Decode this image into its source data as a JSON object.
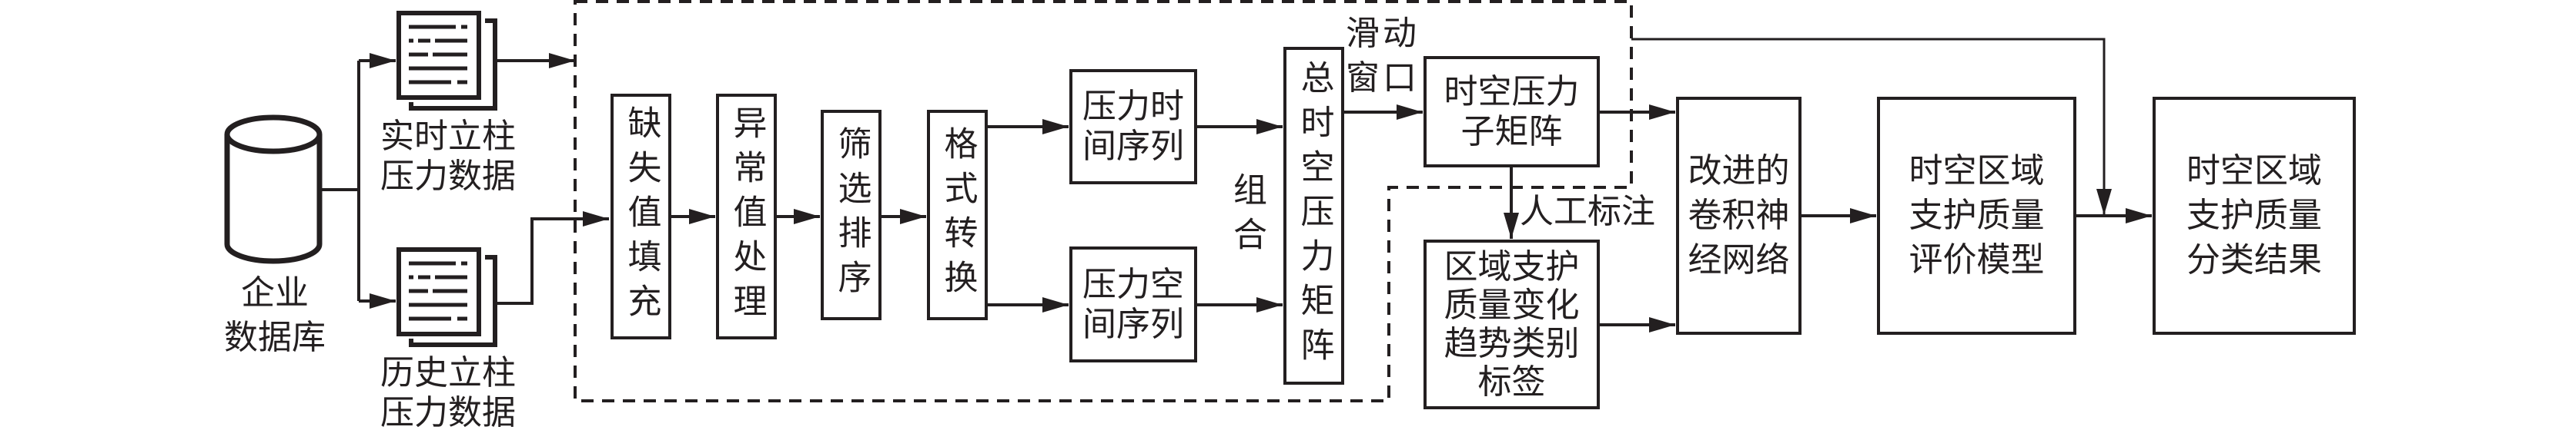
{
  "colors": {
    "stroke": "#231f20",
    "background": "#ffffff"
  },
  "sources": {
    "database": {
      "icon": "database-cylinder-icon",
      "label_lines": [
        "企业",
        "数据库"
      ]
    },
    "realtime_doc": {
      "icon": "document-stack-icon",
      "label_lines": [
        "实时立柱",
        "压力数据"
      ]
    },
    "history_doc": {
      "icon": "document-stack-icon",
      "label_lines": [
        "历史立柱",
        "压力数据"
      ]
    }
  },
  "preprocess": {
    "steps": [
      "缺失值填充",
      "异常值处理",
      "筛选排序",
      "格式转换"
    ]
  },
  "sequences": {
    "time": [
      "压力时",
      "间序列"
    ],
    "space": [
      "压力空",
      "间序列"
    ]
  },
  "combine_label": "组合",
  "total_matrix": "总时空压力矩阵",
  "sliding_window_label": [
    "滑动",
    "窗口"
  ],
  "sub_matrix": [
    "时空压力",
    "子矩阵"
  ],
  "manual_label": "人工标注",
  "trend_label_box": [
    "区域支护",
    "质量变化",
    "趋势类别",
    "标签"
  ],
  "cnn_box": [
    "改进的",
    "卷积神",
    "经网络"
  ],
  "eval_model_box": [
    "时空区域",
    "支护质量",
    "评价模型"
  ],
  "result_box": [
    "时空区域",
    "支护质量",
    "分类结果"
  ]
}
